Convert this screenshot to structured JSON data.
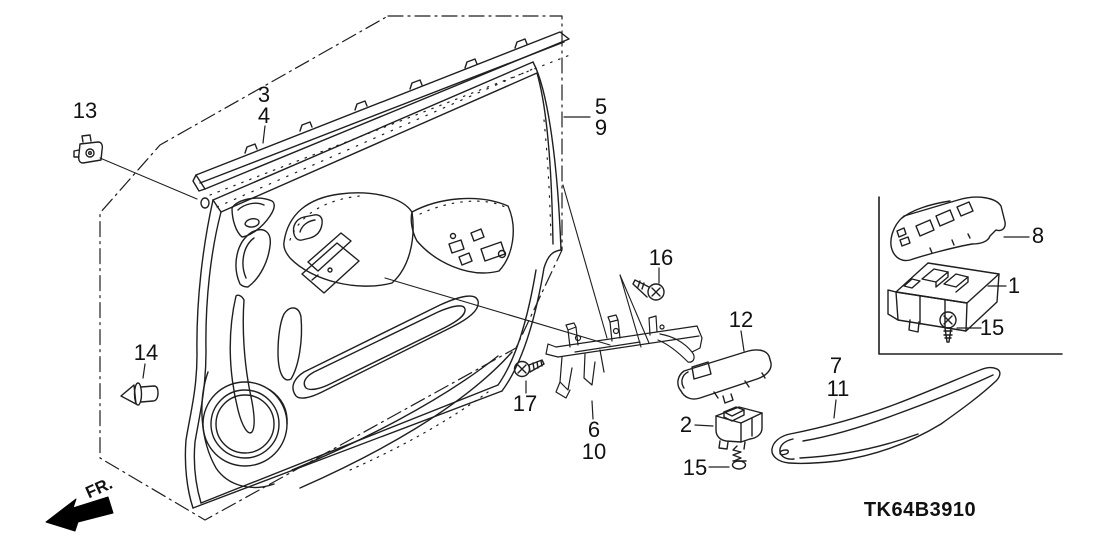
{
  "diagram": {
    "title_code": "TK64B3910",
    "orientation": {
      "label": "FR."
    },
    "colors": {
      "line": "#1f1f1f",
      "background": "#ffffff",
      "text": "#111111"
    },
    "callouts": [
      {
        "part": "13"
      },
      {
        "part": "3"
      },
      {
        "part": "4"
      },
      {
        "part": "5"
      },
      {
        "part": "9"
      },
      {
        "part": "16"
      },
      {
        "part": "12"
      },
      {
        "part": "8"
      },
      {
        "part": "1"
      },
      {
        "part": "15"
      },
      {
        "part": "7"
      },
      {
        "part": "11"
      },
      {
        "part": "2"
      },
      {
        "part": "15"
      },
      {
        "part": "6"
      },
      {
        "part": "10"
      },
      {
        "part": "17"
      },
      {
        "part": "14"
      }
    ]
  }
}
